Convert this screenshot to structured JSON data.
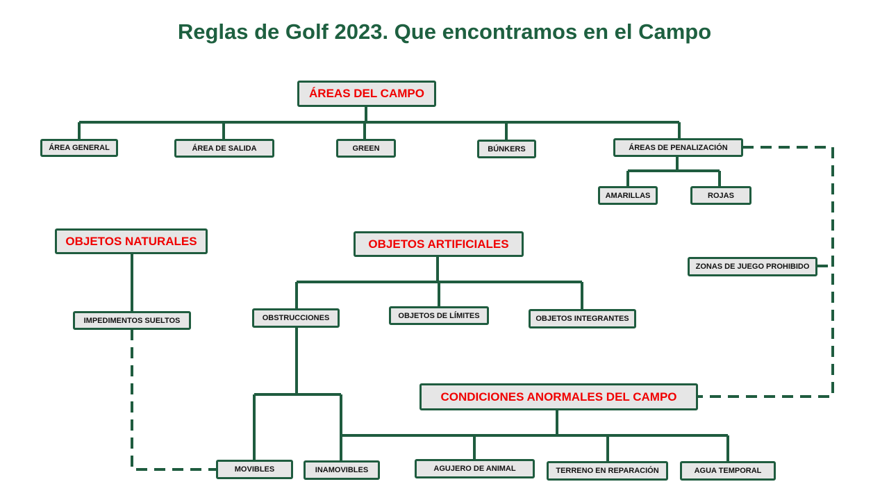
{
  "title": "Reglas de Golf 2023. Que encontramos en el Campo",
  "colors": {
    "line": "#1f5c3f",
    "box_fill": "#e6e6e6",
    "heading": "#f00000",
    "title": "#1e6040"
  },
  "nodes": {
    "areas_campo": "ÁREAS DEL CAMPO",
    "area_general": "ÁREA GENERAL",
    "area_salida": "ÁREA DE SALIDA",
    "green": "GREEN",
    "bunkers": "BÚNKERS",
    "areas_penalizacion": "ÁREAS DE PENALIZACIÓN",
    "amarillas": "AMARILLAS",
    "rojas": "ROJAS",
    "objetos_naturales": "OBJETOS NATURALES",
    "objetos_artificiales": "OBJETOS ARTIFICIALES",
    "zonas_prohibido": "ZONAS DE JUEGO PROHIBIDO",
    "impedimentos": "IMPEDIMENTOS SUELTOS",
    "obstrucciones": "OBSTRUCCIONES",
    "objetos_limites": "OBJETOS DE LÍMITES",
    "objetos_integrantes": "OBJETOS INTEGRANTES",
    "condiciones": "CONDICIONES ANORMALES DEL CAMPO",
    "movibles": "MOVIBLES",
    "inamovibles": "INAMOVIBLES",
    "agujero": "AGUJERO DE ANIMAL",
    "terreno": "TERRENO EN REPARACIÓN",
    "agua": "AGUA TEMPORAL"
  }
}
